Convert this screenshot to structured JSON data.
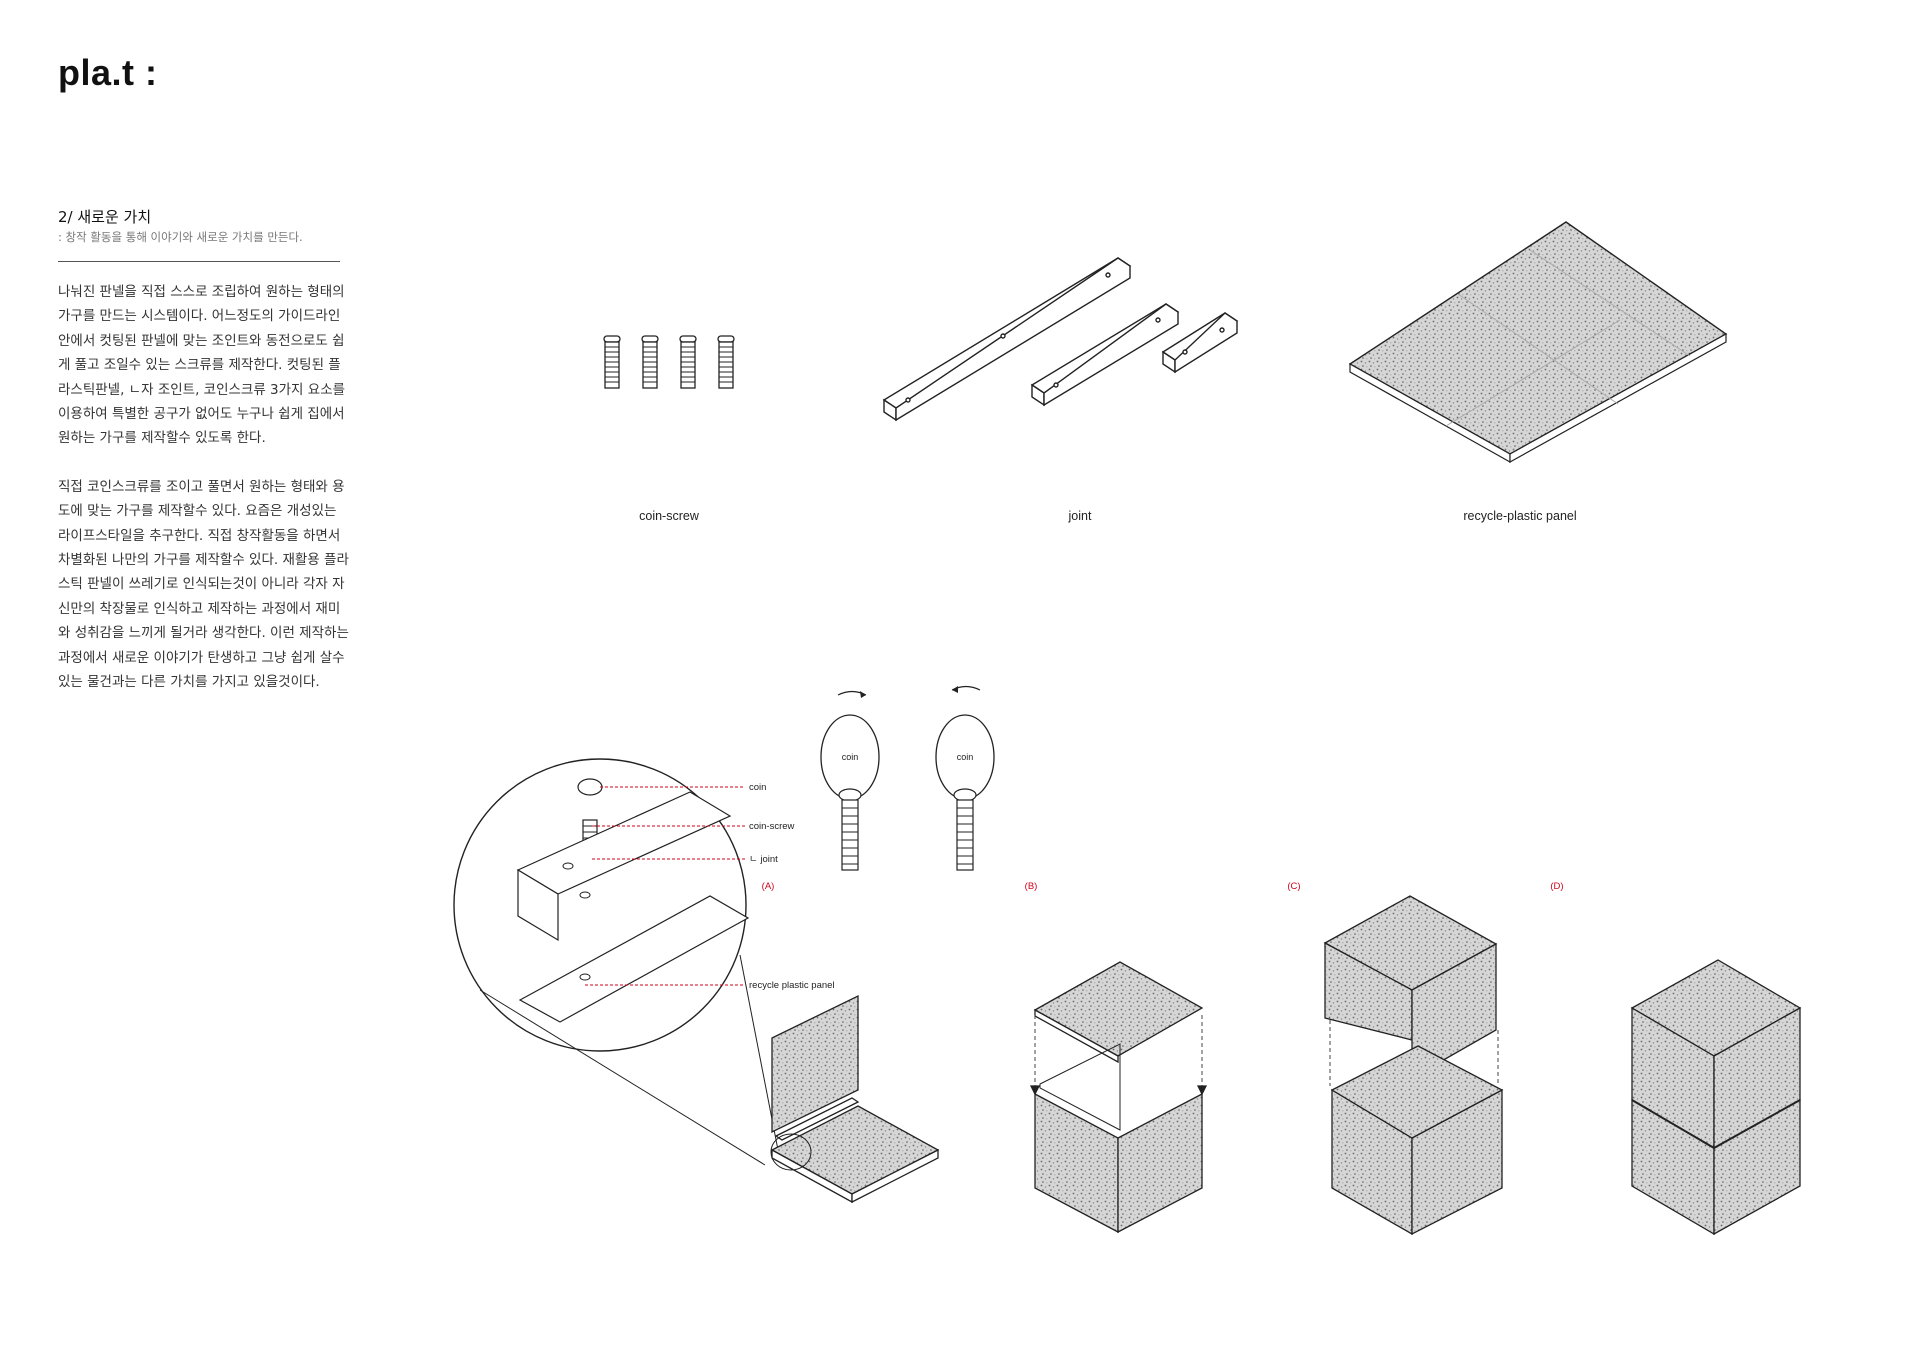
{
  "brand": "pla.t :",
  "section": {
    "title": "2/ 새로운 가치",
    "subtitle": ": 창작 활동을 통해 이야기와 새로운 가치를 만든다."
  },
  "paragraphs": [
    "나눠진 판넬을 직접 스스로 조립하여 원하는 형태의 가구를 만드는 시스템이다. 어느정도의 가이드라인 안에서 컷팅된 판넬에 맞는 조인트와 동전으로도 쉽게 풀고 조일수 있는 스크류를 제작한다. 컷팅된 플라스틱판넬, ㄴ자 조인트, 코인스크류 3가지 요소를 이용하여 특별한 공구가 없어도 누구나 쉽게 집에서 원하는 가구를 제작할수 있도록 한다.",
    "직접 코인스크류를 조이고 풀면서 원하는 형태와 용도에 맞는 가구를 제작할수 있다. 요즘은 개성있는 라이프스타일을 추구한다. 직접 창작활동을 하면서 차별화된 나만의 가구를 제작할수 있다. 재활용 플라스틱 판넬이 쓰레기로 인식되는것이 아니라 각자 자신만의 착장물로 인식하고 제작하는 과정에서 재미와 성취감을 느끼게 될거라 생각한다. 이런 제작하는 과정에서 새로운 이야기가 탄생하고 그냥 쉽게 살수 있는 물건과는 다른 가치를 가지고 있을것이다."
  ],
  "components": {
    "coin_screw": "coin-screw",
    "joint": "joint",
    "panel": "recycle-plastic panel"
  },
  "coin_label": "coin",
  "callouts": {
    "coin": "coin",
    "coin_screw": "coin-screw",
    "joint": "ㄴ joint",
    "panel": "recycle plastic panel"
  },
  "steps": [
    "(A)",
    "(B)",
    "(C)",
    "(D)"
  ],
  "colors": {
    "line": "#222222",
    "accent_red": "#d0021b",
    "speckle": "#cfcfcf"
  }
}
